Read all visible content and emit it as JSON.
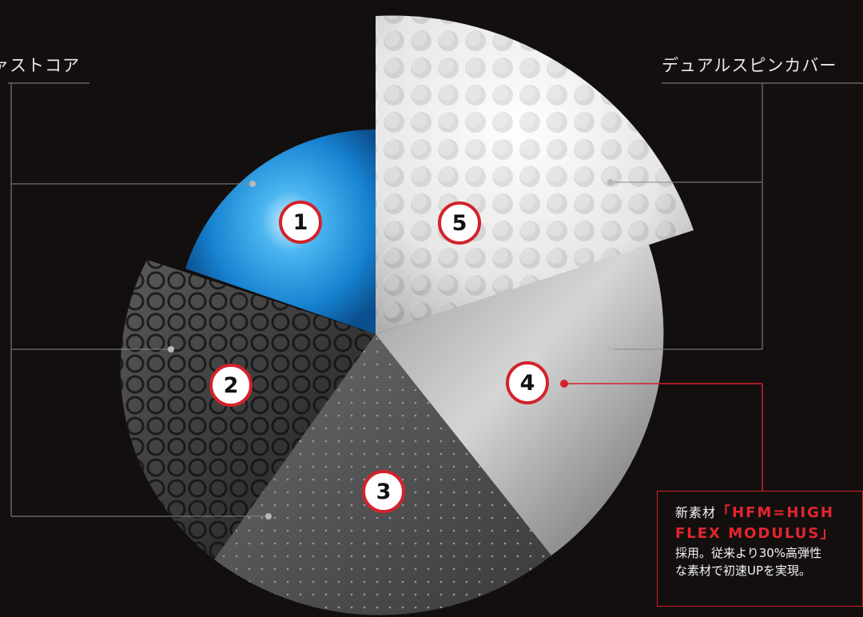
{
  "labels": {
    "left_title": "ァストコア",
    "right_title": "デュアルスピンカバー"
  },
  "badges": [
    "1",
    "2",
    "3",
    "4",
    "5"
  ],
  "callout": {
    "prefix": "新素材",
    "highlight_line1": "「HFM=HIGH",
    "highlight_line2": "FLEX MODULUS」",
    "body_line1": "採用。従来より30%高弾性",
    "body_line2": "な素材で初速UPを実現。"
  },
  "colors": {
    "background": "#130f0f",
    "accent_red": "#d2232a",
    "core_blue": "#1f8fd8",
    "leader_line": "#8a8a8a"
  }
}
